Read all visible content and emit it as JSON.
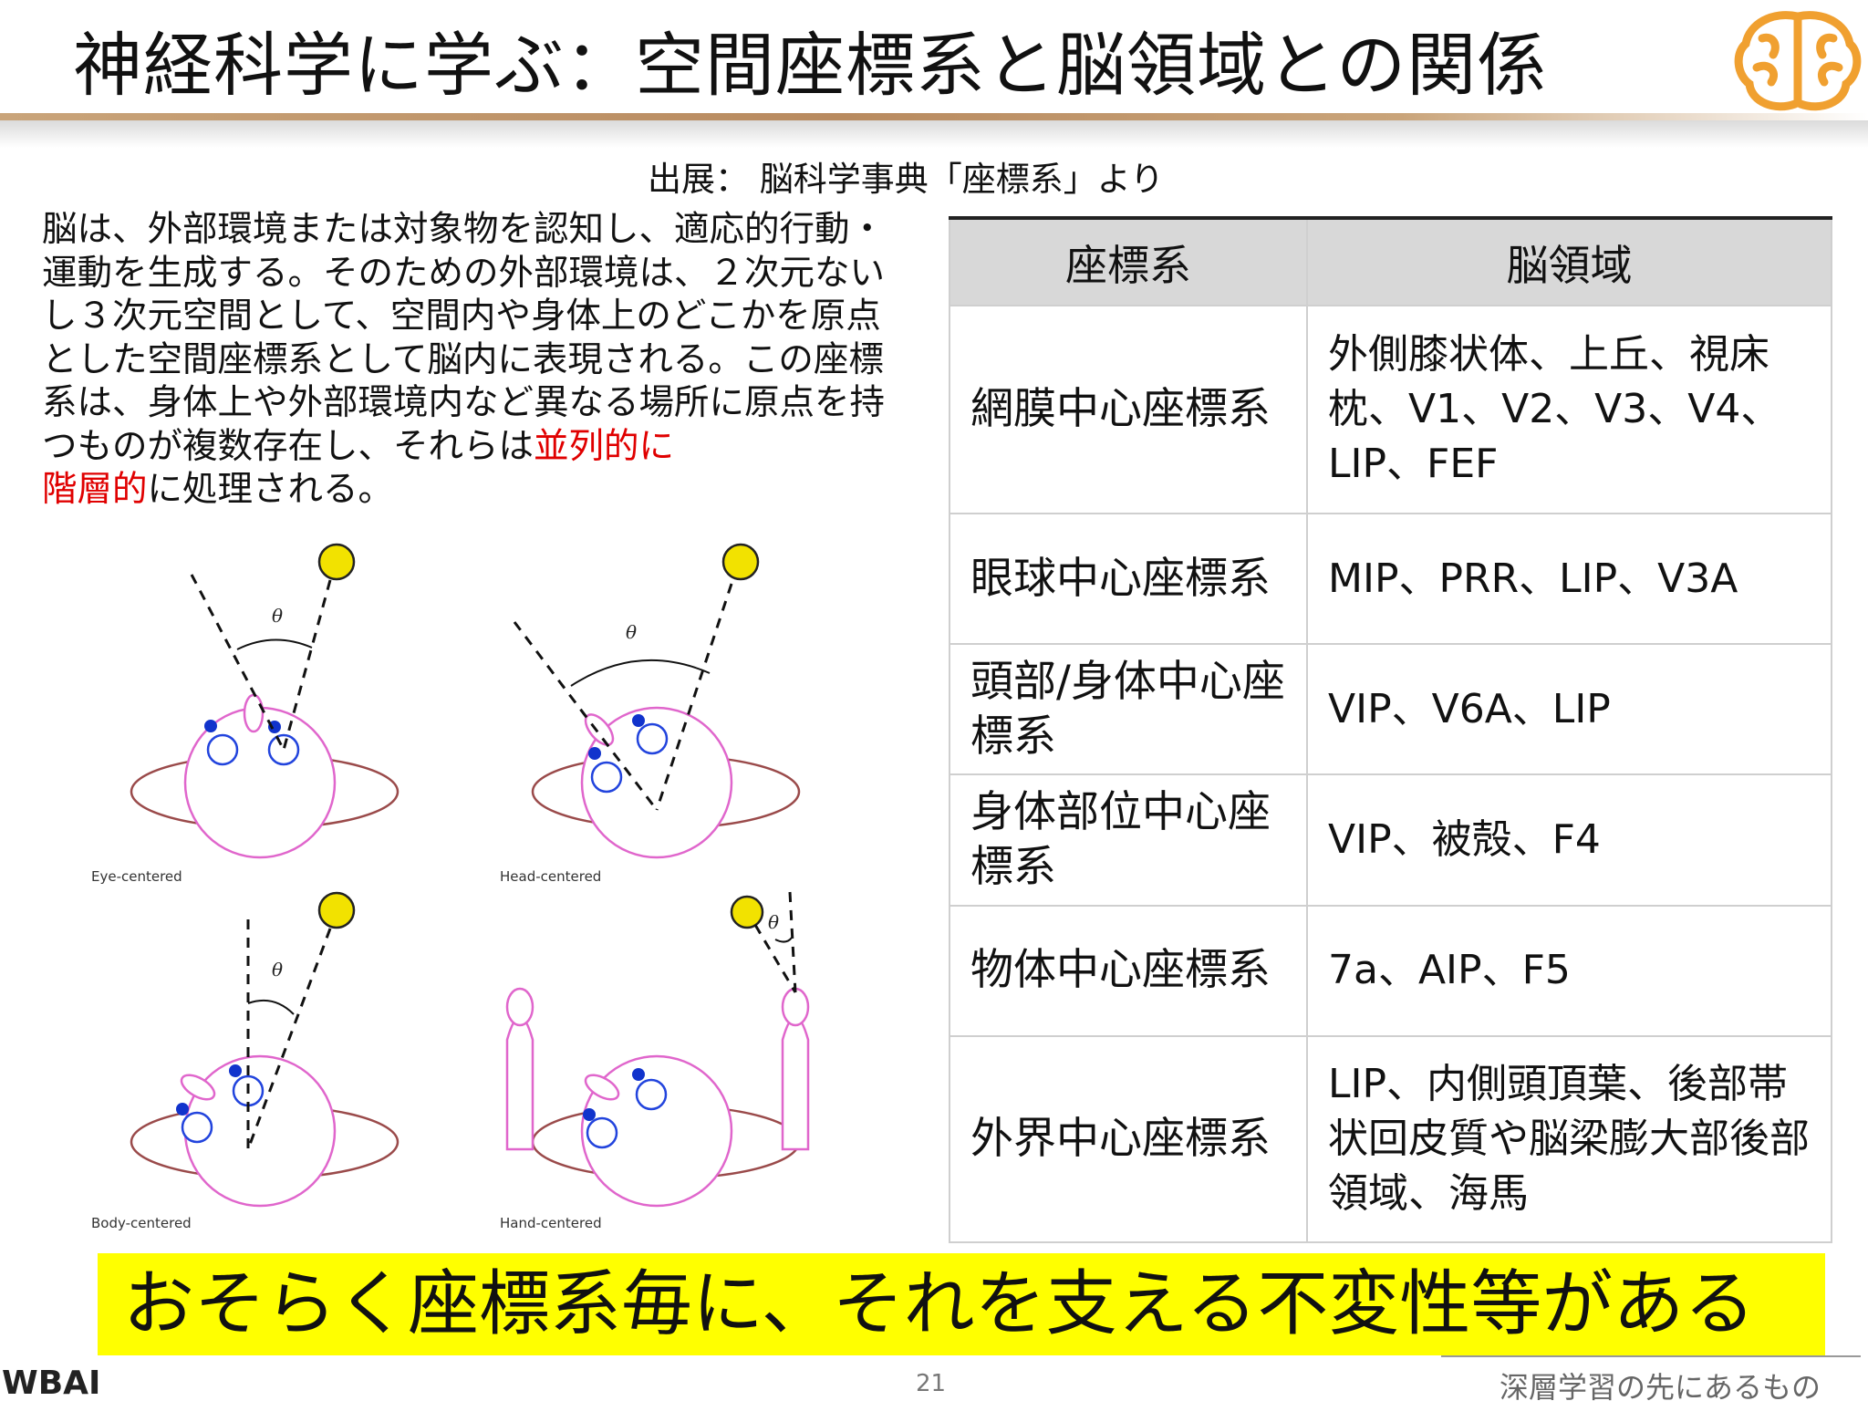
{
  "slide": {
    "title": "神経科学に学ぶ：空間座標系と脳領域との関係",
    "source": "出展： 脳科学事典「座標系」より",
    "body": {
      "part1": "脳は、外部環境または対象物を認知し、適応的行動・運動を生成する。そのための外部環境は、２次元ないし３次元空間として、空間内や身体上のどこかを原点とした空間座標系として脳内に表現される。この座標系は、身体上や外部環境内など異なる場所に原点を持つものが複数存在し、それらは",
      "red1": "並列的に",
      "red2": "階層的",
      "part2": "に処理される。"
    },
    "diagrams": [
      {
        "label": "Eye-centered",
        "theta": "θ"
      },
      {
        "label": "Head-centered",
        "theta": "θ"
      },
      {
        "label": "Body-centered",
        "theta": "θ"
      },
      {
        "label": "Hand-centered",
        "theta": "θ"
      }
    ],
    "table": {
      "headers": [
        "座標系",
        "脳領域"
      ],
      "rows": [
        {
          "system": "網膜中心座標系",
          "regions": "外側膝状体、上丘、視床枕、V1、V2、V3、V4、LIP、FEF"
        },
        {
          "system": "眼球中心座標系",
          "regions": "MIP、PRR、LIP、V3A"
        },
        {
          "system": "頭部/身体中心座標系",
          "regions": "VIP、V6A、LIP"
        },
        {
          "system": "身体部位中心座標系",
          "regions": "VIP、被殻、F4"
        },
        {
          "system": "物体中心座標系",
          "regions": "7a、AIP、F5"
        },
        {
          "system": "外界中心座標系",
          "regions": "LIP、内側頭頂葉、後部帯状回皮質や脳梁膨大部後部領域、海馬"
        }
      ]
    },
    "banner": "おそらく座標系毎に、それを支える不変性等がある",
    "footer": {
      "logo_text": "WBAI",
      "page_number": "21",
      "title": "深層学習の先にあるもの"
    },
    "colors": {
      "accent_red": "#e00000",
      "banner_yellow": "#ffff00",
      "logo_orange": "#f0a030",
      "header_line": "#b88a5f"
    }
  }
}
